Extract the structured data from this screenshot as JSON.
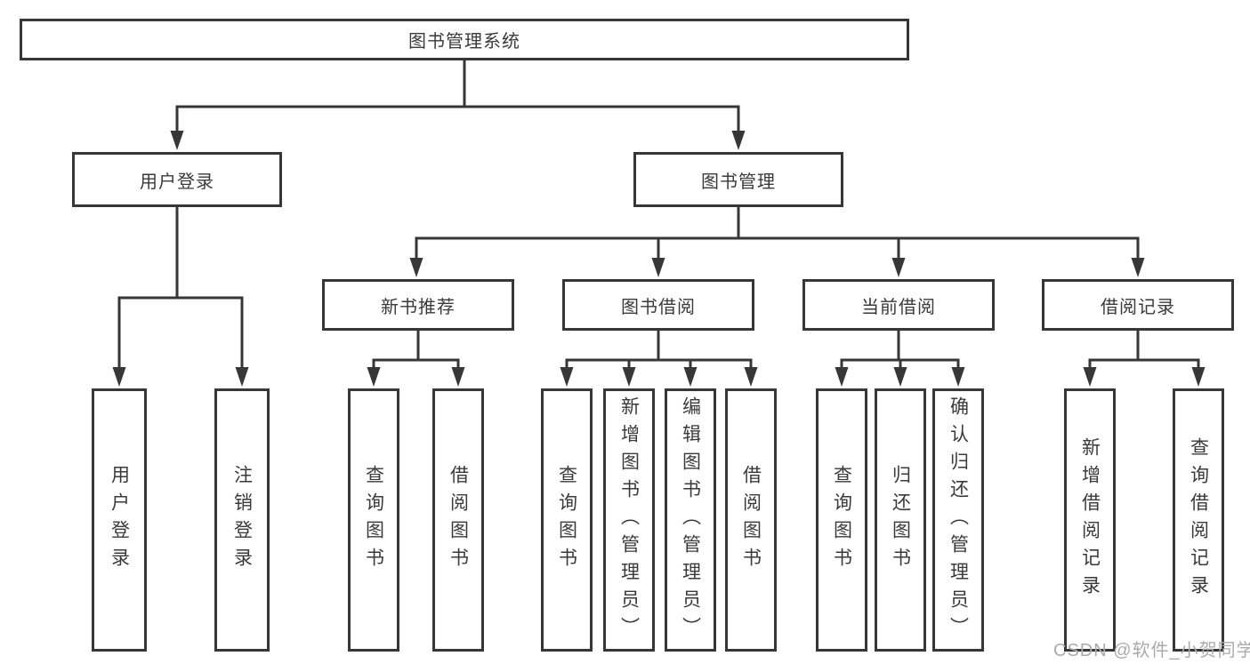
{
  "diagram": {
    "colors": {
      "line": "#373737",
      "node_border": "#373737",
      "node_text": "#3a3a3a",
      "background": "#ffffff",
      "watermark": "#ababad"
    },
    "watermark": "CSDN @软件_小贺同学",
    "root": {
      "label": "图书管理系统",
      "children": [
        {
          "label": "用户登录",
          "children": [
            {
              "label": "用户登录"
            },
            {
              "label": "注销登录"
            }
          ]
        },
        {
          "label": "图书管理",
          "children": [
            {
              "label": "新书推荐",
              "children": [
                {
                  "label": "查询图书"
                },
                {
                  "label": "借阅图书"
                }
              ]
            },
            {
              "label": "图书借阅",
              "children": [
                {
                  "label": "查询图书"
                },
                {
                  "label": "新增图书（管理员）"
                },
                {
                  "label": "编辑图书（管理员）"
                },
                {
                  "label": "借阅图书"
                }
              ]
            },
            {
              "label": "当前借阅",
              "children": [
                {
                  "label": "查询图书"
                },
                {
                  "label": "归还图书"
                },
                {
                  "label": "确认归还（管理员）"
                }
              ]
            },
            {
              "label": "借阅记录",
              "children": [
                {
                  "label": "新增借阅记录"
                },
                {
                  "label": "查询借阅记录"
                }
              ]
            }
          ]
        }
      ]
    }
  }
}
